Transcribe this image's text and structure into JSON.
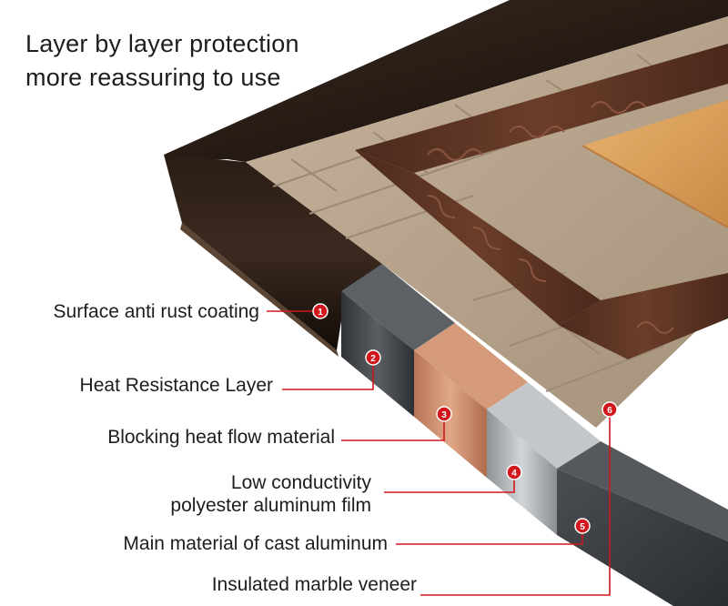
{
  "headline": {
    "line1": "Layer by layer protection",
    "line2": "more reassuring to use"
  },
  "layers": [
    {
      "number": "1",
      "label": "Surface anti rust coating"
    },
    {
      "number": "2",
      "label": "Heat Resistance Layer"
    },
    {
      "number": "3",
      "label": "Blocking heat flow material"
    },
    {
      "number": "4",
      "label_line1": "Low conductivity",
      "label_line2": "polyester aluminum film"
    },
    {
      "number": "5",
      "label": "Main material of cast aluminum"
    },
    {
      "number": "6",
      "label": "Insulated marble veneer"
    }
  ],
  "colors": {
    "callout_red": "#d1161c",
    "frame": "#241a14",
    "tile_stone": "#b7a28a",
    "bronze_band": "#5a3223",
    "orange_tile": "#d9a05e",
    "copper_block": "#c88a6a",
    "silver_block": "#a9aeb2",
    "steel_block": "#3f4348"
  }
}
